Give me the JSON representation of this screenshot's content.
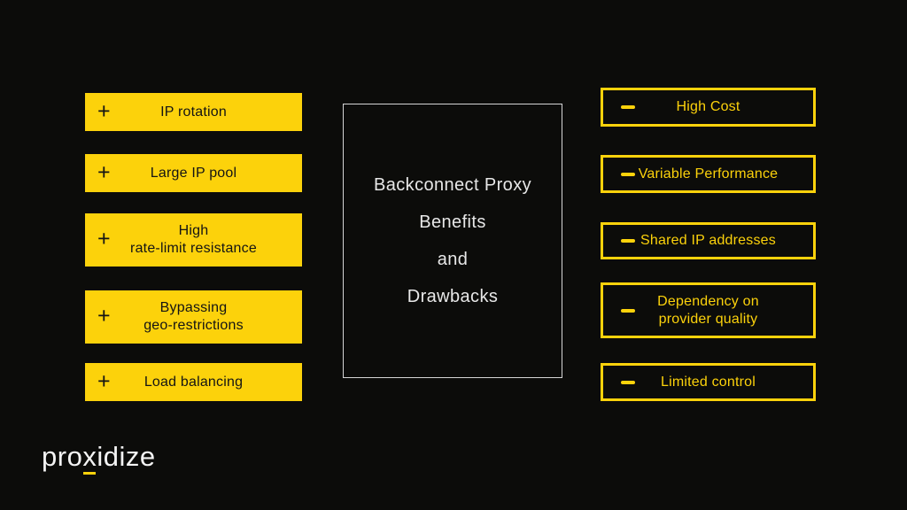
{
  "colors": {
    "background": "#0C0C0A",
    "yellow": "#FCD20B",
    "center_border": "#D6D6D6",
    "center_text": "#E8E8E8",
    "benefit_text": "#141414"
  },
  "center_panel": {
    "lines": [
      "Backconnect Proxy",
      "Benefits",
      "and",
      "Drawbacks"
    ]
  },
  "benefits": {
    "plus_glyph": "+",
    "items": [
      {
        "text": "IP rotation"
      },
      {
        "text": "Large IP pool"
      },
      {
        "text": "High\nrate-limit resistance"
      },
      {
        "text": "Bypassing\ngeo-restrictions"
      },
      {
        "text": "Load balancing"
      }
    ]
  },
  "drawbacks": {
    "items": [
      {
        "text": "High Cost"
      },
      {
        "text": "Variable Performance"
      },
      {
        "text": "Shared IP addresses"
      },
      {
        "text": "Dependency on\nprovider quality"
      },
      {
        "text": "Limited control"
      }
    ]
  },
  "logo": {
    "part1": "pro",
    "accent": "x",
    "part2": "idize"
  }
}
